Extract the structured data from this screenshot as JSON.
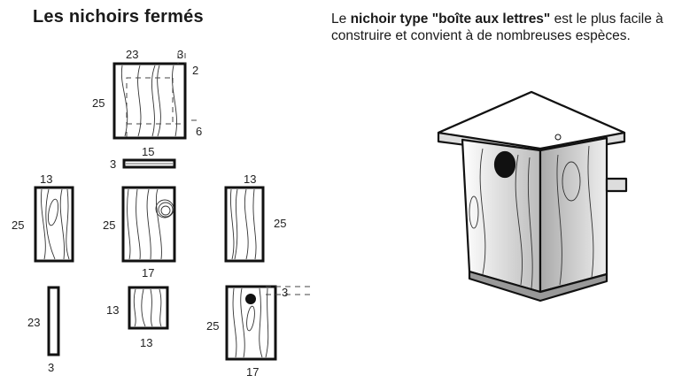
{
  "title": "Les nichoirs fermés",
  "description": {
    "prefix": "Le ",
    "bold": "nichoir type \"boîte aux lettres\"",
    "suffix": " est le plus facile à construire et convient à de nombreuses espèces."
  },
  "parts": {
    "roof": {
      "width": "23",
      "overhang": "3",
      "top_offset": "2",
      "height": "25",
      "bottom_offset": "6"
    },
    "strip": {
      "width": "15",
      "height": "3"
    },
    "side_left": {
      "width": "13",
      "height": "25"
    },
    "back": {
      "height": "25",
      "width": "17"
    },
    "side_right": {
      "width": "13",
      "height": "25"
    },
    "cleat": {
      "height": "23",
      "width": "3"
    },
    "floor": {
      "height": "13",
      "width": "13"
    },
    "front": {
      "hole_offset": "3",
      "height": "25",
      "width": "17"
    }
  }
}
